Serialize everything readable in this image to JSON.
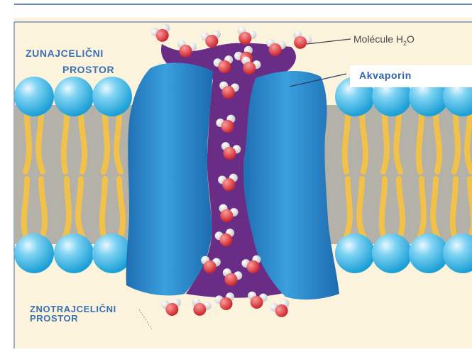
{
  "labels": {
    "extracellular_line1": "ZUNAJCELIČNI",
    "extracellular_line2": "PROSTOR",
    "intracellular_line1": "ZNOTRAJCELIČNI",
    "intracellular_line2": "PROSTOR",
    "aquaporin": "Akvaporin",
    "water_molecule_prefix": "Molécule H",
    "water_molecule_subscript": "2",
    "water_molecule_suffix": "O"
  },
  "colors": {
    "background": "#fbf3dc",
    "membrane_core": "#b4b1a8",
    "lipid_head": "#3fb8e6",
    "lipid_tail": "#f2c14a",
    "protein": "#2f87c8",
    "channel": "#6a2d86",
    "oxygen": "#d63b3f",
    "hydrogen": "#f0f0f0",
    "border": "#3b5fa8",
    "label_text": "#3b6fb4"
  },
  "icons": [
    "water-molecule-icon",
    "lipid-head-icon",
    "lipid-tail-icon",
    "aquaporin-protein-icon"
  ]
}
